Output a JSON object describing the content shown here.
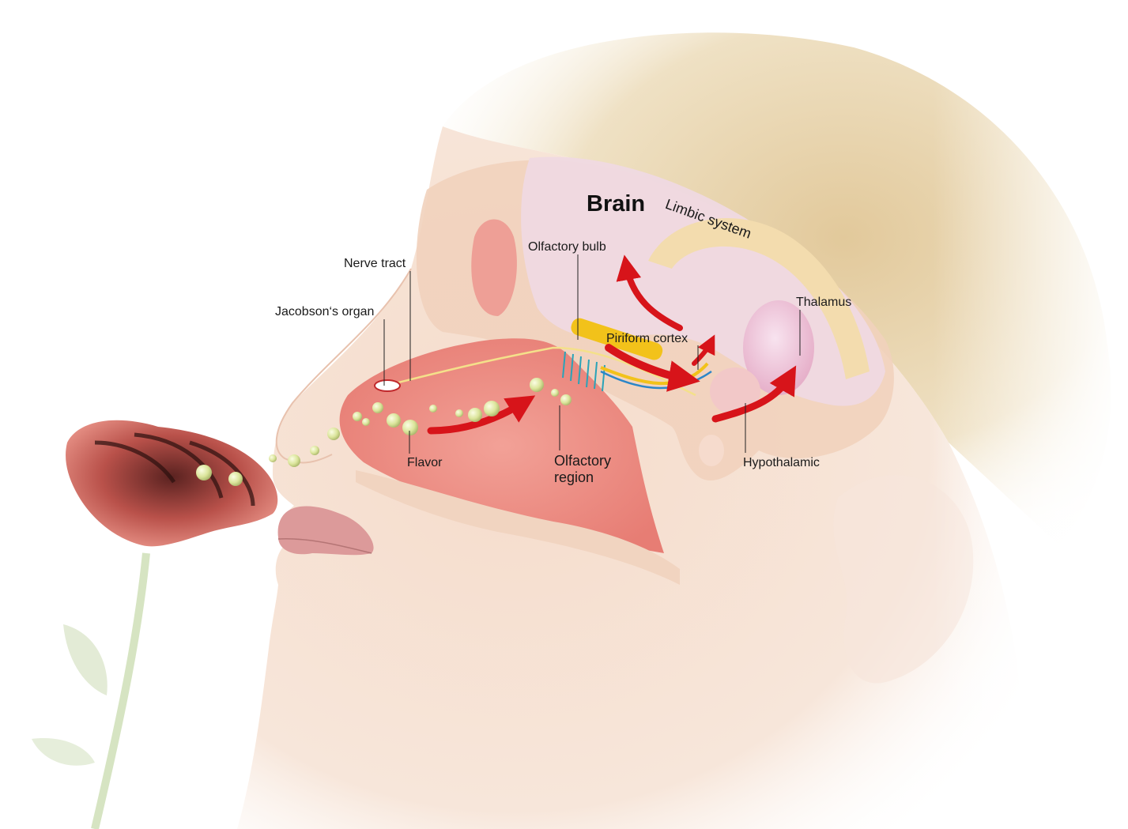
{
  "labels": {
    "brain": "Brain",
    "limbic_system": "Limbic system",
    "olfactory_bulb": "Olfactory bulb",
    "nerve_tract": "Nerve tract",
    "jacobsons_organ": "Jacobson‘s organ",
    "piriform_cortex": "Piriform cortex",
    "thalamus": "Thalamus",
    "flavor": "Flavor",
    "olfactory_region_line1": "Olfactory",
    "olfactory_region_line2": "region",
    "hypothalamic": "Hypothalamic"
  },
  "colors": {
    "skin": "#f3d9c6",
    "hair": "#e9d7b0",
    "nasal_cavity": "#e98f86",
    "bone": "#f1d3bf",
    "brain": "#efd9e1",
    "arrow": "#d7141a",
    "nerve": "#f2c21a",
    "molecule": "#dfe7a5",
    "rose": "#b7453f",
    "stem": "#cfe0b8"
  },
  "icons": [
    "rose",
    "scent-molecule",
    "flow-arrow"
  ]
}
